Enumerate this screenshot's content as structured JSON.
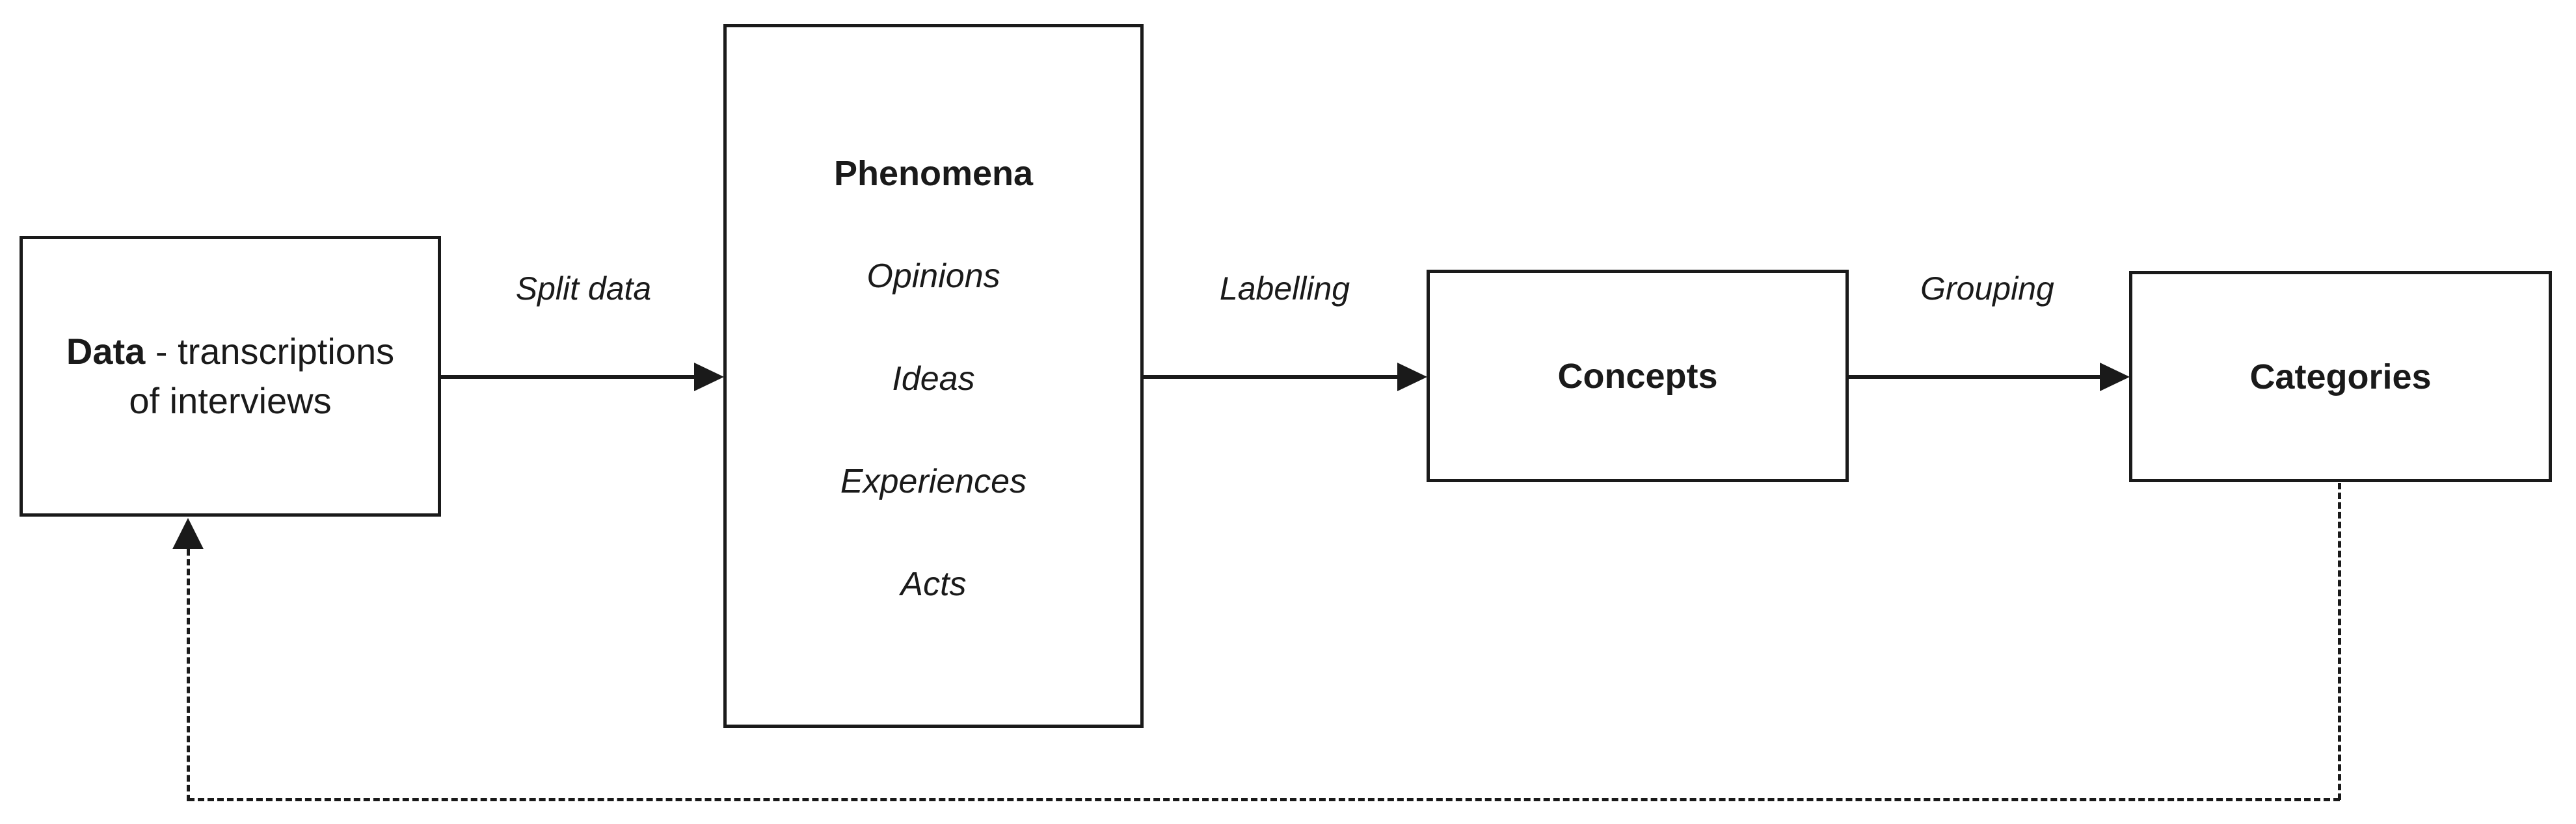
{
  "boxes": {
    "data": {
      "title_bold": "Data",
      "title_rest": " - transcriptions",
      "line2": "of interviews"
    },
    "phenomena": {
      "title": "Phenomena",
      "items": [
        "Opinions",
        "Ideas",
        "Experiences",
        "Acts"
      ]
    },
    "concepts": {
      "title": "Concepts"
    },
    "categories": {
      "title": "Categories"
    }
  },
  "edges": {
    "split": {
      "label": "Split data",
      "from": "Data",
      "to": "Phenomena",
      "style": "solid"
    },
    "labelling": {
      "label": "Labelling",
      "from": "Phenomena",
      "to": "Concepts",
      "style": "solid"
    },
    "grouping": {
      "label": "Grouping",
      "from": "Concepts",
      "to": "Categories",
      "style": "solid"
    },
    "feedback": {
      "label": "",
      "from": "Categories",
      "to": "Data",
      "style": "dashed"
    }
  },
  "colors": {
    "line": "#1a1a1a",
    "background": "#ffffff"
  }
}
